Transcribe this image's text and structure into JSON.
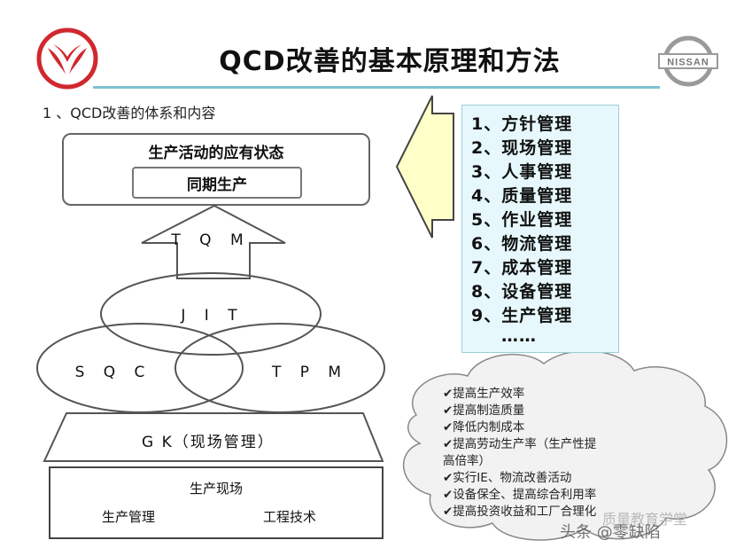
{
  "header": {
    "title": "QCD改善的基本原理和方法",
    "logo_left_name": "dongfeng-logo",
    "logo_right_text": "NISSAN"
  },
  "subtitle": "1 、QCD改善的体系和内容",
  "diagram": {
    "state_label": "生产活动的应有状态",
    "same_period_label": "同期生产",
    "arrow_label": "T Q M",
    "jit_label": "J I T",
    "sqc_label": "S Q C",
    "tpm_label": "T P M",
    "gk_label": "G K（现场管理）",
    "base": {
      "top": "生产现场",
      "left": "生产管理",
      "right": "工程技术"
    }
  },
  "management_list": [
    "1、方针管理",
    "2、现场管理",
    "3、人事管理",
    "4、质量管理",
    "5、作业管理",
    "6、物流管理",
    "7、成本管理",
    "8、设备管理",
    "9、生产管理",
    "……"
  ],
  "benefits": [
    "✔提高生产效率",
    "✔提高制造质量",
    "✔降低内制成本",
    "✔提高劳动生产率（生产性提",
    "高倍率）",
    "✔实行IE、物流改善活动",
    "✔设备保全、提高综合利用率",
    "✔提高投资收益和工厂合理化"
  ],
  "watermark": "头条 @零缺陷",
  "watermark_faint": "质量教育学堂",
  "colors": {
    "title_rule": "#7fc0d0",
    "list_bg": "#e6f8fb",
    "big_arrow": "#ffffc8",
    "dongfeng_red": "#d0282e"
  }
}
